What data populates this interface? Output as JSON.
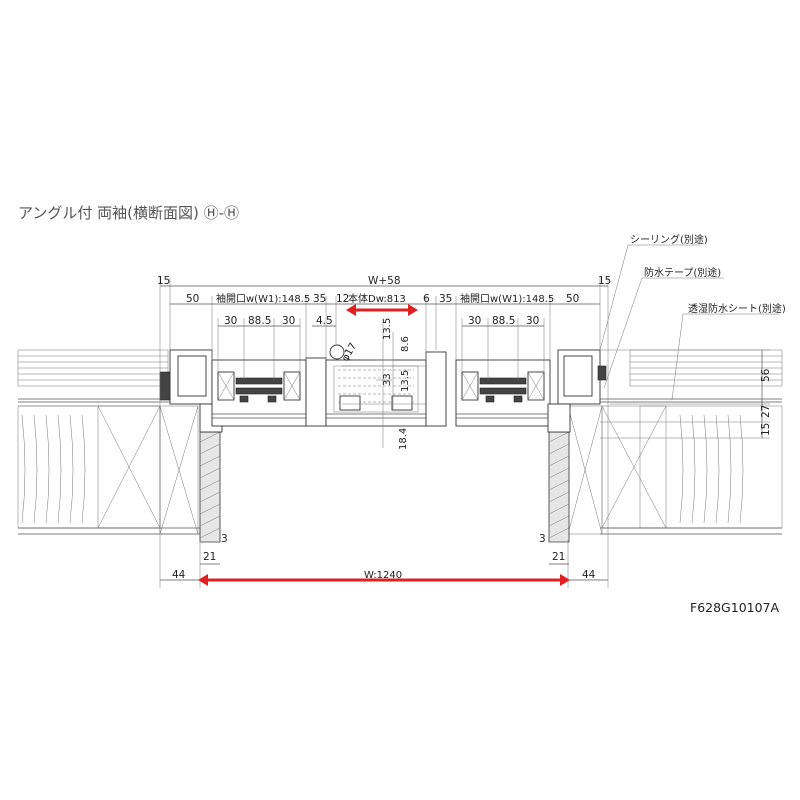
{
  "title": "アングル付 両袖(横断面図) Ⓗ-Ⓗ",
  "drawing_code": "F628G10107A",
  "colors": {
    "dimension_arrow": "#e02020",
    "line": "#333333",
    "background": "#ffffff"
  },
  "callouts": {
    "sealing": "シーリング(別途)",
    "waterproof_tape": "防水テープ(別途)",
    "moisture_sheet": "透湿防水シート(別途)"
  },
  "dims": {
    "top_left_15": "15",
    "top_right_15": "15",
    "overall_w58": "W+58",
    "left_50": "50",
    "right_50": "50",
    "left_sleeve_opening": "袖開口w(W1):148.5",
    "right_sleeve_opening": "袖開口w(W1):148.5",
    "left_35": "35",
    "right_35": "35",
    "d12": "12",
    "d6": "6",
    "body_dw": "本体Dw:813",
    "l30a": "30",
    "l885": "88.5",
    "l30b": "30",
    "r30a": "30",
    "r885": "88.5",
    "r30b": "30",
    "d45": "4.5",
    "phi17": "φ17",
    "v135a": "13.5",
    "v86": "8.6",
    "v33": "33",
    "v135b": "13.5",
    "v184": "18.4",
    "r56": "56",
    "r27": "27",
    "r15": "15",
    "l3": "3",
    "l21": "21",
    "r3": "3",
    "r21": "21",
    "b44l": "44",
    "b44r": "44",
    "w1240": "W:1240"
  }
}
